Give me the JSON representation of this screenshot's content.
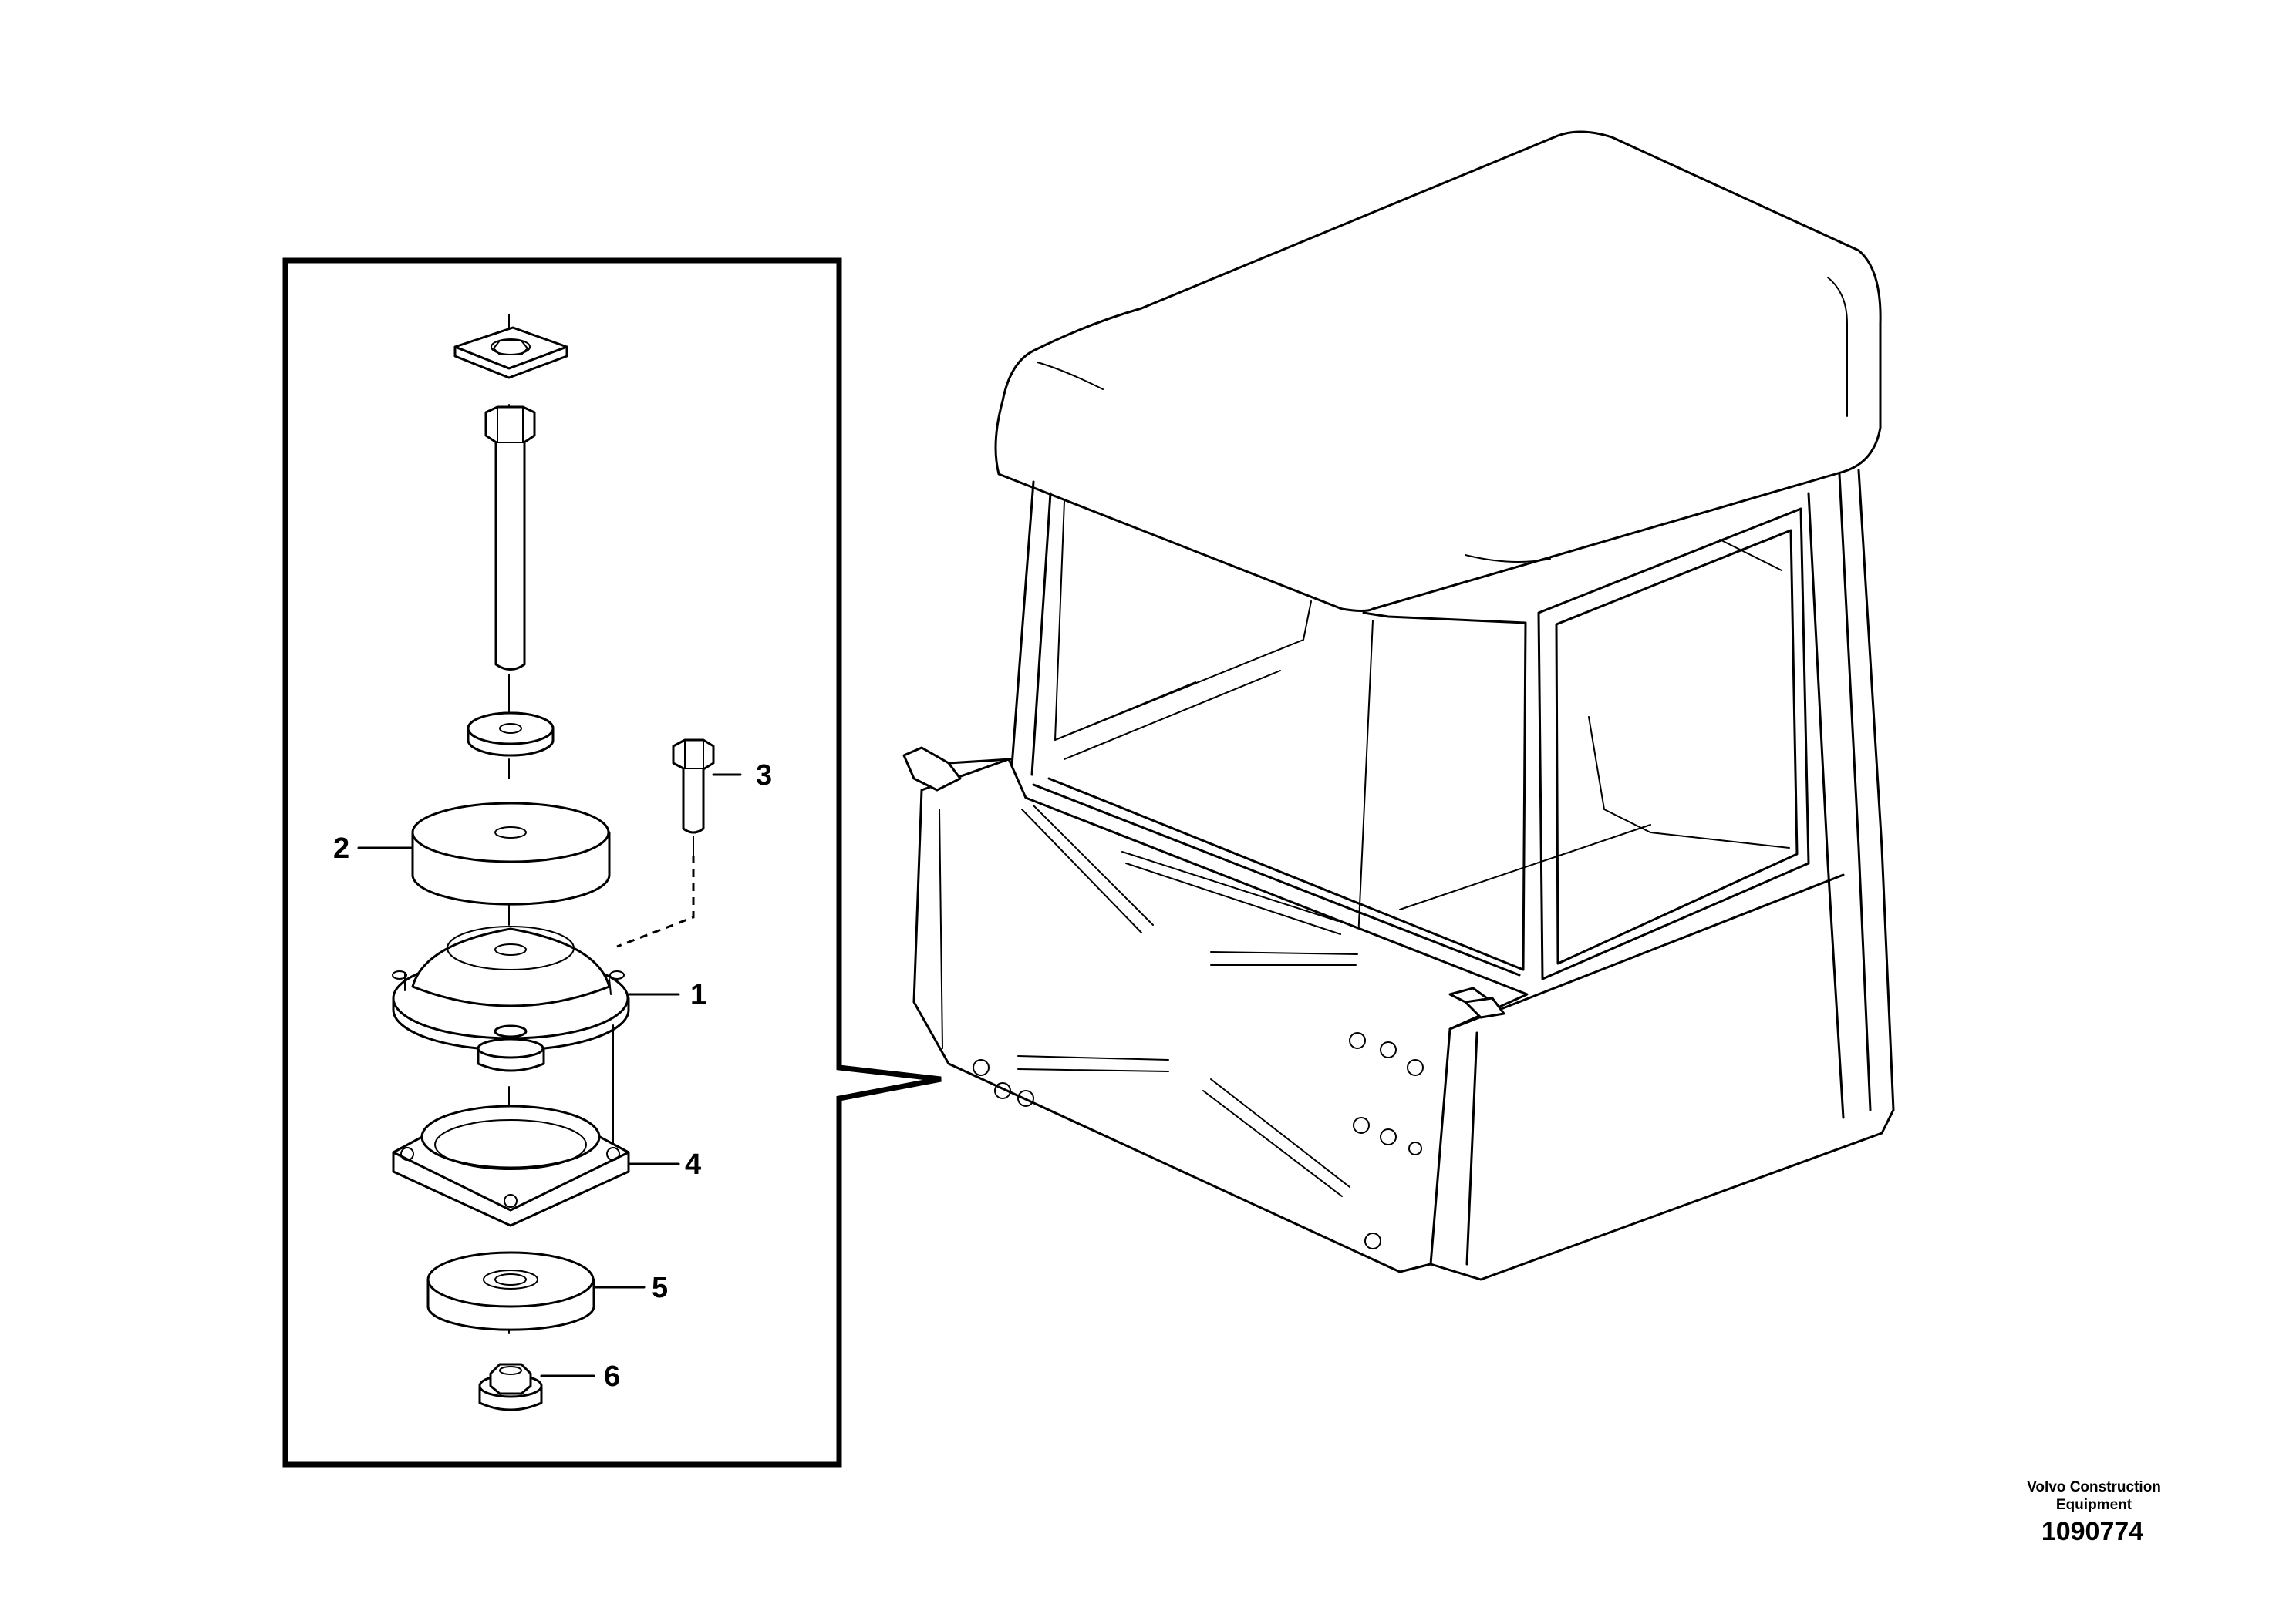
{
  "callouts": [
    {
      "id": "1",
      "label": "1"
    },
    {
      "id": "2",
      "label": "2"
    },
    {
      "id": "3",
      "label": "3"
    },
    {
      "id": "4",
      "label": "4"
    },
    {
      "id": "5",
      "label": "5"
    },
    {
      "id": "6",
      "label": "6"
    }
  ],
  "credit": {
    "line1": "Volvo Construction",
    "line2": "Equipment"
  },
  "document_number": "1090774"
}
